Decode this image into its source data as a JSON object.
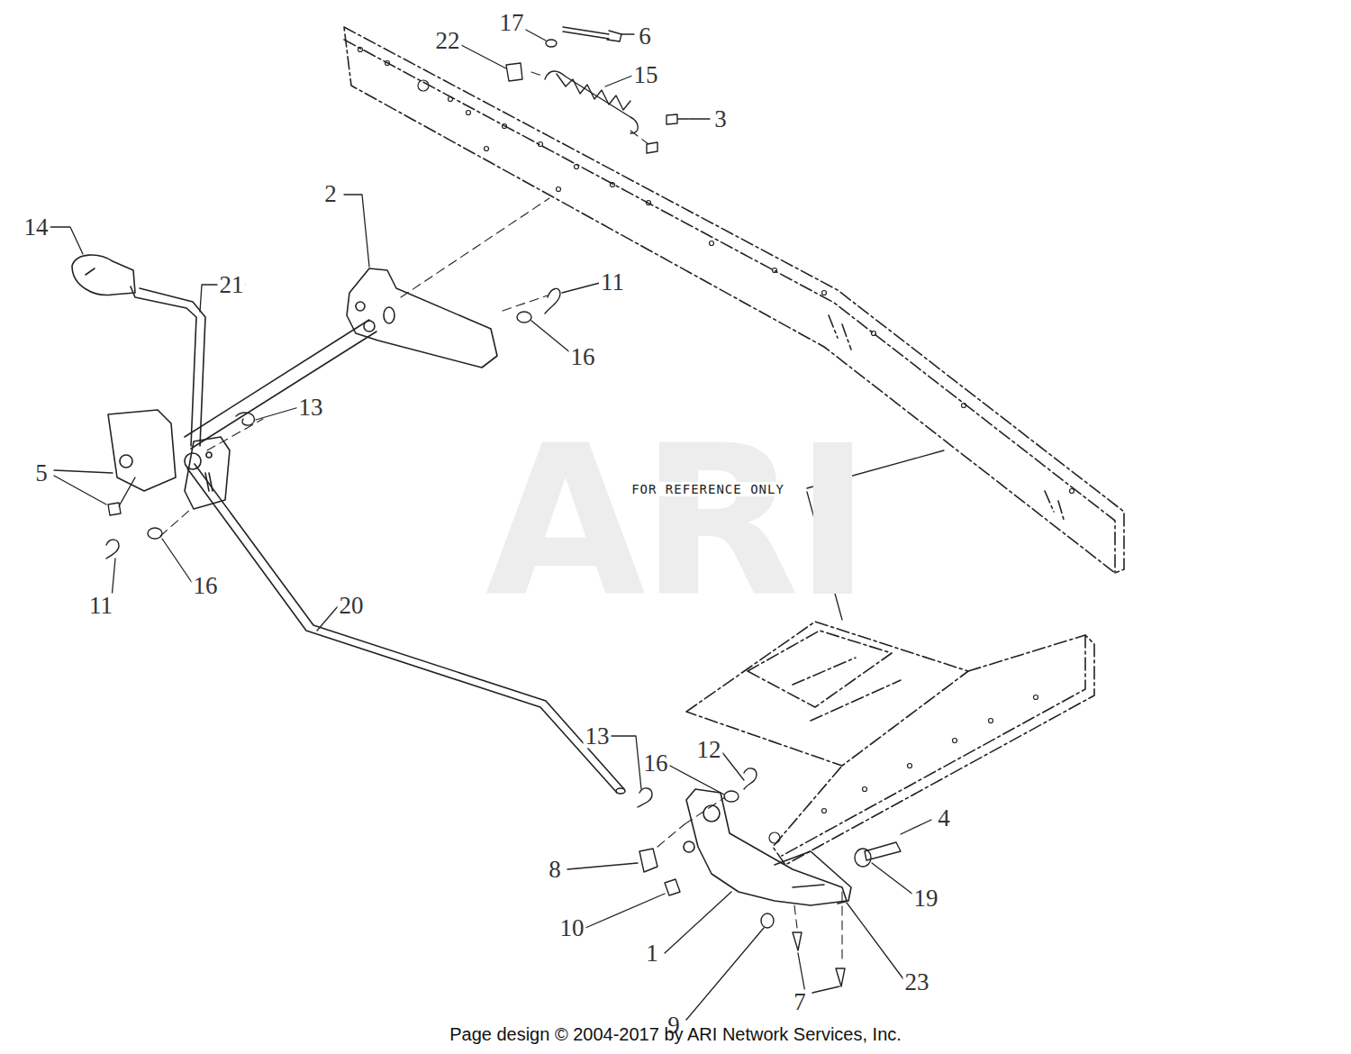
{
  "diagram": {
    "caption": "Page design © 2004-2017 by ARI Network Services, Inc.",
    "labels": [
      "17",
      "22",
      "6",
      "15",
      "3",
      "2",
      "14",
      "21",
      "11",
      "16",
      "13",
      "5",
      "11",
      "16",
      "20",
      "FOR REFERENCE ONLY",
      "13",
      "16",
      "12",
      "4",
      "8",
      "10",
      "19",
      "1",
      "9",
      "7",
      "23",
      "ARI"
    ]
  }
}
